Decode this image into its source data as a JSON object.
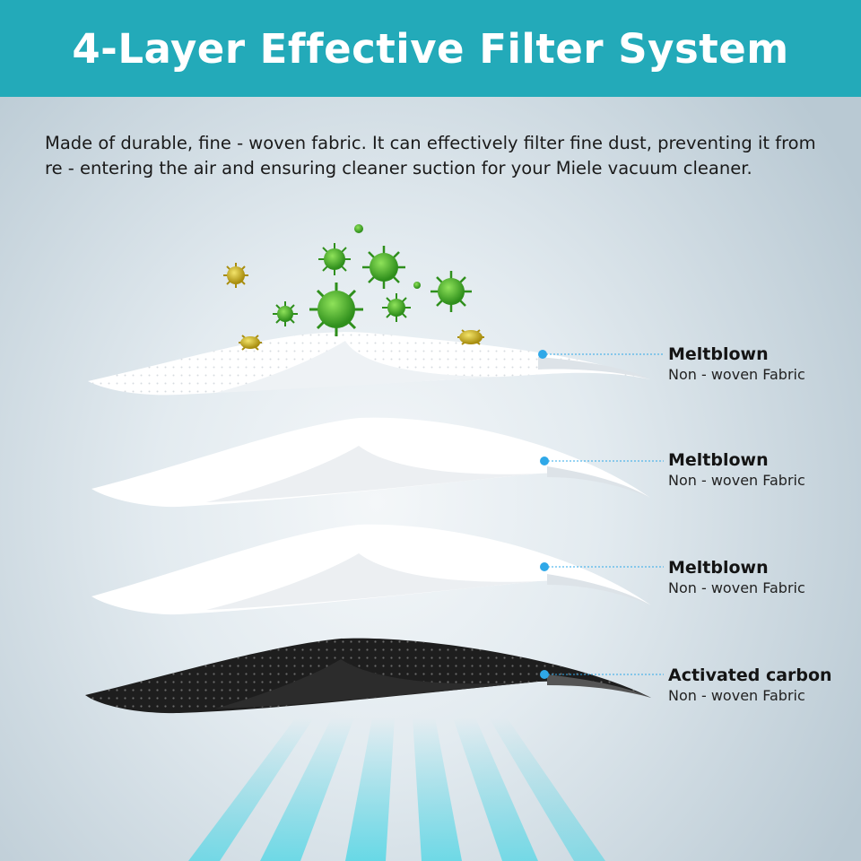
{
  "header": {
    "title": "4-Layer Effective Filter System"
  },
  "description": "Made of durable, fine - woven fabric. It can effectively filter fine dust, preventing it from re - entering the air and ensuring cleaner suction for your Miele vacuum cleaner.",
  "layers": [
    {
      "name": "Meltblown",
      "sub": "Non - woven Fabric"
    },
    {
      "name": "Meltblown",
      "sub": "Non - woven Fabric"
    },
    {
      "name": "Meltblown",
      "sub": "Non - woven Fabric"
    },
    {
      "name": "Activated carbon",
      "sub": "Non - woven Fabric"
    }
  ],
  "colors": {
    "banner": "#23aab9",
    "marker": "#2fa8e8",
    "airflow": "#46d6e6",
    "germ_green": "#3fae2a",
    "germ_yellow": "#c9b21a",
    "carbon": "#1e1e1e"
  }
}
